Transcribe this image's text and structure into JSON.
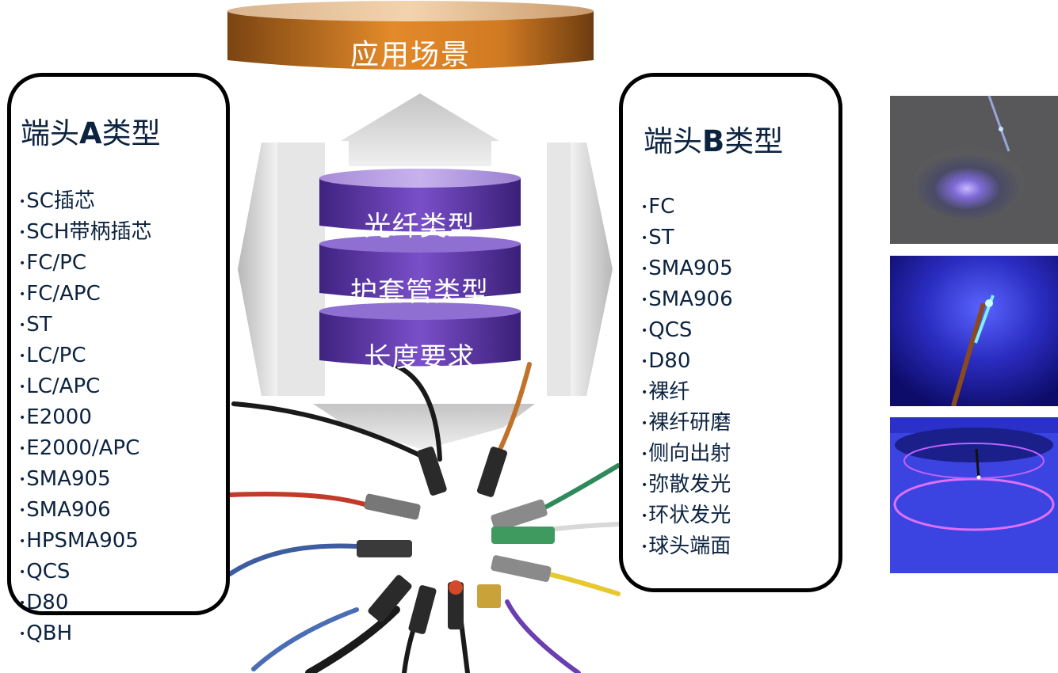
{
  "banner": {
    "label": "应用场景"
  },
  "panel_a": {
    "title_prefix": "端头",
    "title_letter": "A",
    "title_suffix": "类型",
    "items": [
      "SC插芯",
      "SCH带柄插芯",
      "FC/PC",
      "FC/APC",
      "ST",
      "LC/PC",
      "LC/APC",
      "E2000",
      "E2000/APC",
      "SMA905",
      "SMA906",
      "HPSMA905",
      "QCS",
      "D80",
      "QBH"
    ]
  },
  "panel_b": {
    "title_prefix": "端头",
    "title_letter": "B",
    "title_suffix": "类型",
    "items": [
      "FC",
      "ST",
      "SMA905",
      "SMA906",
      "QCS",
      "D80",
      "裸纤",
      "裸纤研磨",
      "侧向出射",
      "弥散发光",
      "环状发光",
      "球头端面"
    ]
  },
  "stack": [
    "光纤类型",
    "护套管类型",
    "长度要求"
  ],
  "colors": {
    "banner": "#c8761f",
    "stack": "#6a3fb0",
    "panel_text": "#0c2340",
    "arrow": "#d8d8d8"
  }
}
